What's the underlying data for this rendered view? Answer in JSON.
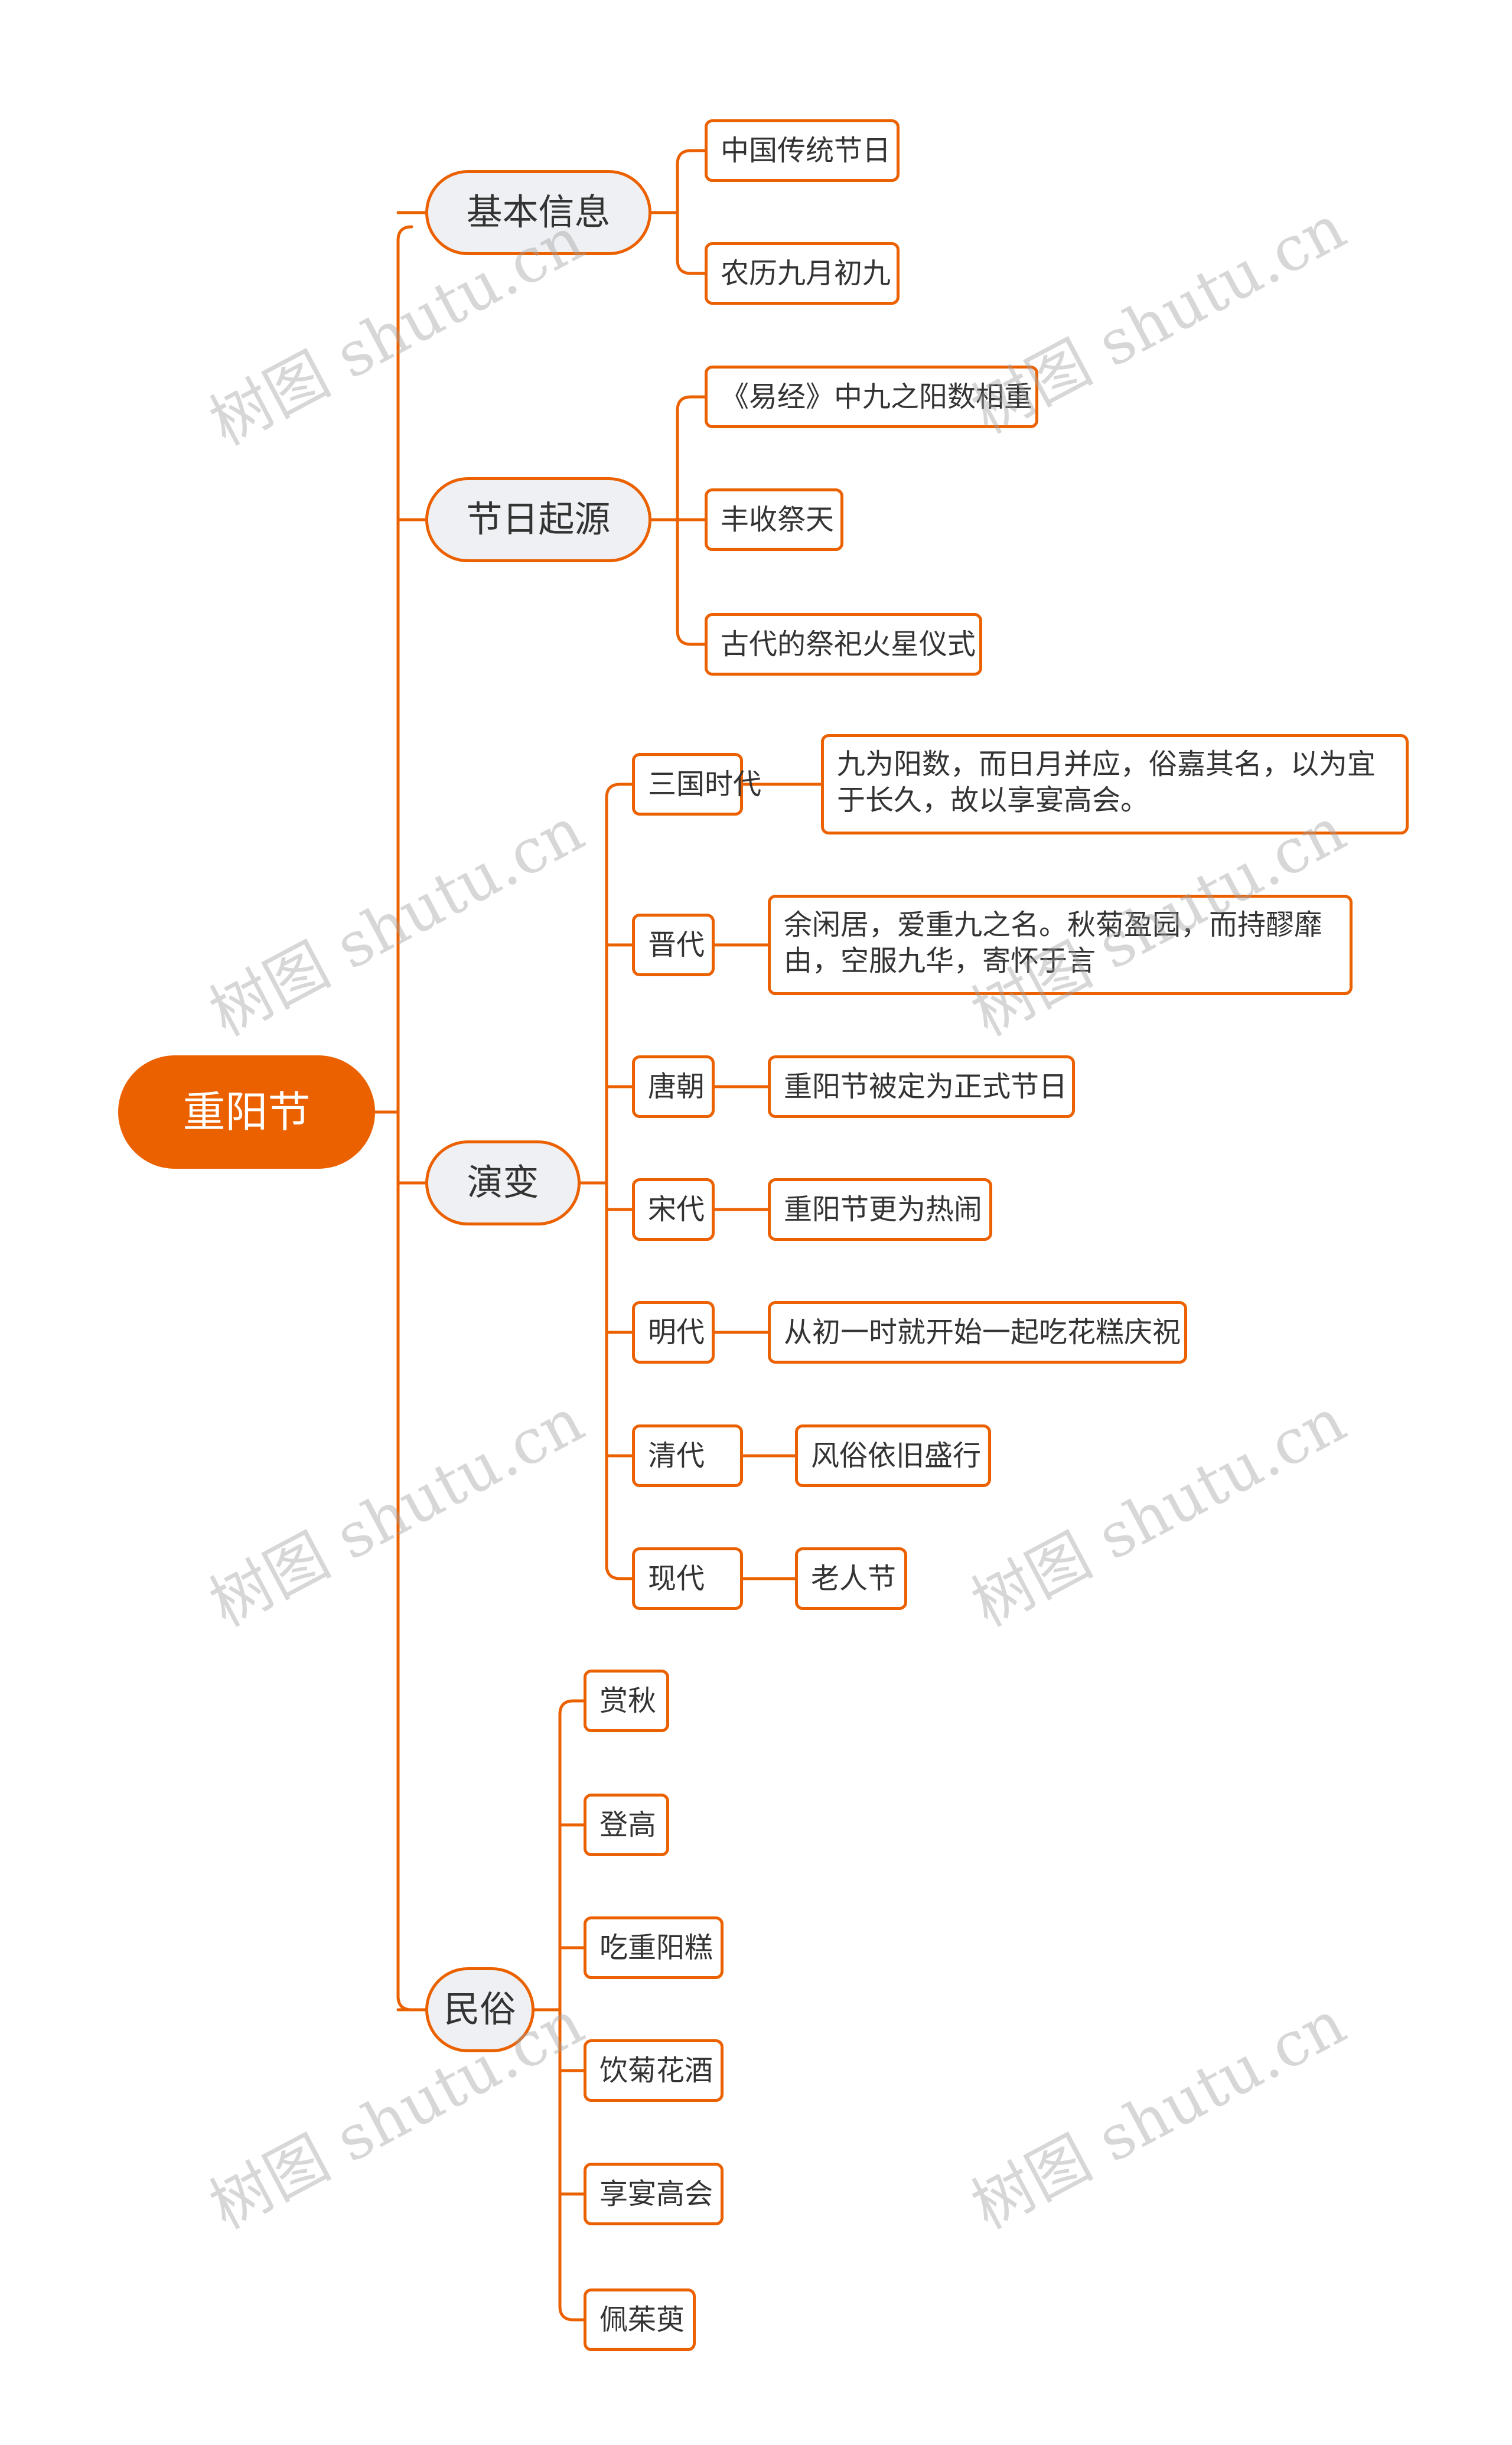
{
  "root": "重阳节",
  "branches": {
    "basic": {
      "label": "基本信息",
      "items": [
        "中国传统节日",
        "农历九月初九"
      ]
    },
    "origin": {
      "label": "节日起源",
      "items": [
        "《易经》中九之阳数相重",
        "丰收祭天",
        "古代的祭祀火星仪式"
      ]
    },
    "evolution": {
      "label": "演变",
      "eras": [
        {
          "era": "三国时代",
          "desc": "九为阳数，而日月并应，俗嘉其名，以为宜于长久，故以享宴高会。"
        },
        {
          "era": "晋代",
          "desc": "余闲居，爱重九之名。秋菊盈园，而持醪靡由，空服九华，寄怀于言"
        },
        {
          "era": "唐朝",
          "desc": "重阳节被定为正式节日"
        },
        {
          "era": "宋代",
          "desc": "重阳节更为热闹"
        },
        {
          "era": "明代",
          "desc": "从初一时就开始一起吃花糕庆祝"
        },
        {
          "era": "清代",
          "desc": "风俗依旧盛行"
        },
        {
          "era": "现代",
          "desc": "老人节"
        }
      ]
    },
    "customs": {
      "label": "民俗",
      "items": [
        "赏秋",
        "登高",
        "吃重阳糕",
        "饮菊花酒",
        "享宴高会",
        "佩茱萸"
      ]
    }
  },
  "watermark": "树图 shutu.cn",
  "colors": {
    "accent": "#EB6100",
    "branch_fill": "#EEF0F3",
    "text": "#333333"
  }
}
